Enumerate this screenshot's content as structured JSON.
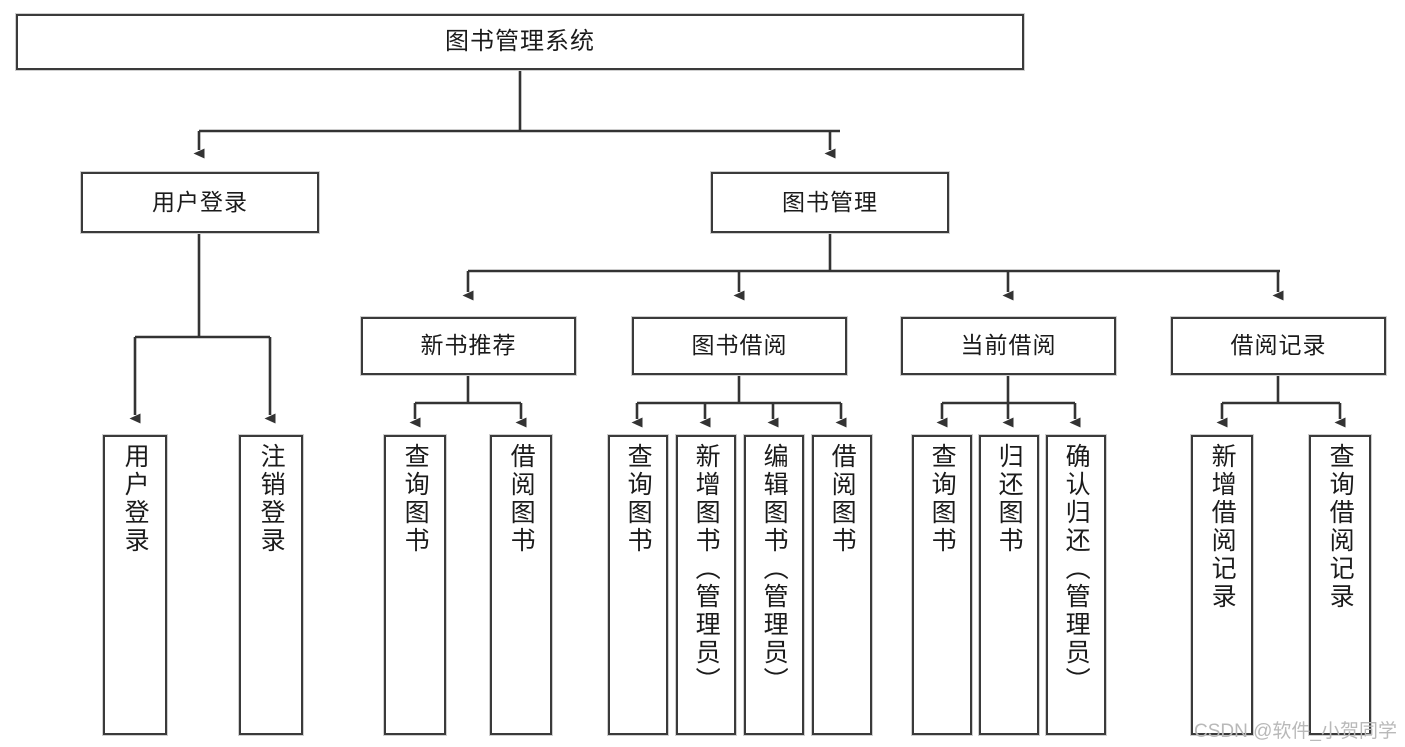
{
  "diagram": {
    "title": "图书管理系统",
    "type": "tree",
    "orientation": "top-down",
    "colors": {
      "box_border": "#3a3a3a",
      "box_fill": "#ffffff",
      "connector": "#333333",
      "text": "#1b1b1b",
      "watermark": "#b9b9b9"
    },
    "nodes": {
      "root": {
        "label": "图书管理系统",
        "level": 0
      },
      "level1": [
        {
          "id": "user-login",
          "label": "用户登录"
        },
        {
          "id": "book-management",
          "label": "图书管理"
        }
      ],
      "level2": [
        {
          "id": "new-book-recommend",
          "label": "新书推荐",
          "parent": "book-management"
        },
        {
          "id": "book-borrow",
          "label": "图书借阅",
          "parent": "book-management"
        },
        {
          "id": "current-borrow",
          "label": "当前借阅",
          "parent": "book-management"
        },
        {
          "id": "borrow-record",
          "label": "借阅记录",
          "parent": "book-management"
        }
      ],
      "leaves": [
        {
          "id": "leaf-user-login",
          "label": "用户登录",
          "parent": "user-login"
        },
        {
          "id": "leaf-user-logout",
          "label": "注销登录",
          "parent": "user-login"
        },
        {
          "id": "leaf-query-book-1",
          "label": "查询图书",
          "parent": "new-book-recommend"
        },
        {
          "id": "leaf-borrow-book-1",
          "label": "借阅图书",
          "parent": "new-book-recommend"
        },
        {
          "id": "leaf-query-book-2",
          "label": "查询图书",
          "parent": "book-borrow"
        },
        {
          "id": "leaf-add-book",
          "label": "新增图书（管理员）",
          "parent": "book-borrow"
        },
        {
          "id": "leaf-edit-book",
          "label": "编辑图书（管理员）",
          "parent": "book-borrow"
        },
        {
          "id": "leaf-borrow-book-2",
          "label": "借阅图书",
          "parent": "book-borrow"
        },
        {
          "id": "leaf-query-book-3",
          "label": "查询图书",
          "parent": "current-borrow"
        },
        {
          "id": "leaf-return-book",
          "label": "归还图书",
          "parent": "current-borrow"
        },
        {
          "id": "leaf-confirm-return",
          "label": "确认归还（管理员）",
          "parent": "current-borrow"
        },
        {
          "id": "leaf-add-record",
          "label": "新增借阅记录",
          "parent": "borrow-record"
        },
        {
          "id": "leaf-query-record",
          "label": "查询借阅记录",
          "parent": "borrow-record"
        }
      ]
    }
  },
  "watermark": {
    "text": "CSDN @软件_小贺同学"
  }
}
